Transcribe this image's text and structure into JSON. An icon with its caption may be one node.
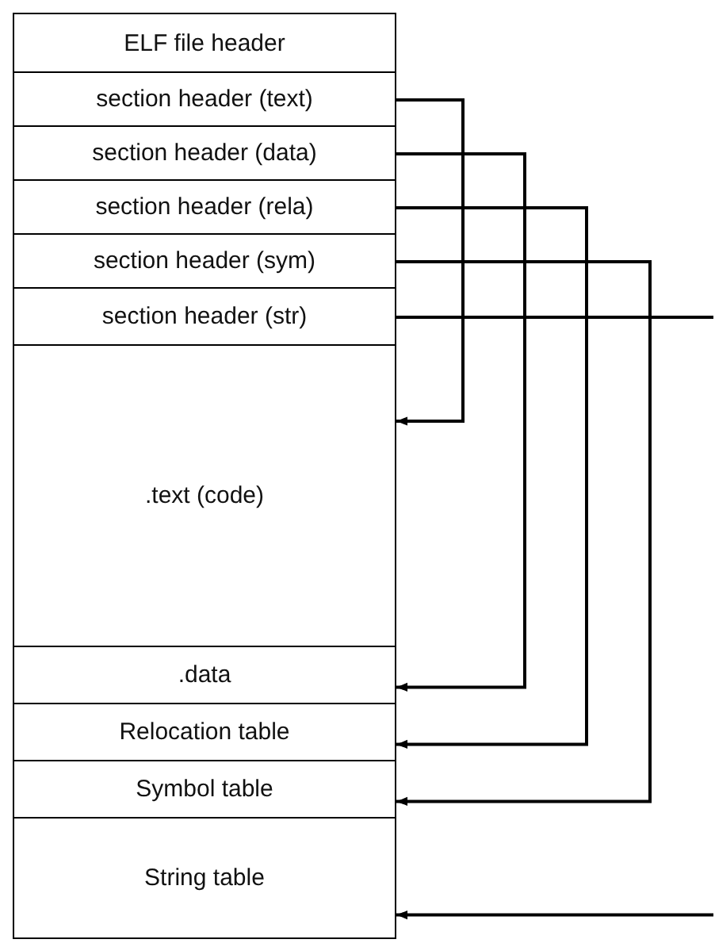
{
  "diagram": {
    "nodes": [
      {
        "text": [
          "ELF file header"
        ]
      },
      {
        "text": [
          "section header (text)"
        ]
      },
      {
        "text": [
          "section header (data)"
        ]
      },
      {
        "text": [
          "section header (rela)"
        ]
      },
      {
        "text": [
          "section header (sym)"
        ]
      },
      {
        "text": [
          "section header (str)"
        ]
      },
      {
        "text": [
          ".text (code)"
        ]
      },
      {
        "text": [
          ".data"
        ]
      },
      {
        "text": [
          "Relocation table"
        ]
      },
      {
        "text": [
          "Symbol table"
        ]
      },
      {
        "text": [
          "String table"
        ]
      }
    ],
    "edges": [
      {
        "from": 1,
        "to": 6,
        "arrow": "to"
      },
      {
        "from": 2,
        "to": 7,
        "arrow": "to"
      },
      {
        "from": 3,
        "to": 8,
        "arrow": "to"
      },
      {
        "from": 4,
        "to": 9,
        "arrow": "to"
      },
      {
        "from": 5,
        "to": null,
        "arrow": "none"
      },
      {
        "from": null,
        "to": 10,
        "arrow": "to"
      }
    ]
  }
}
